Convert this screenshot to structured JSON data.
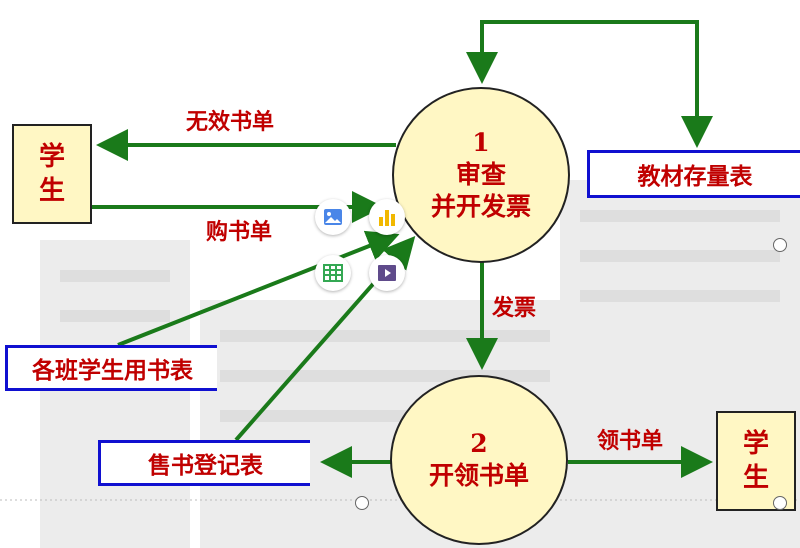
{
  "diagram": {
    "external_entities": [
      {
        "id": "student_left",
        "text": "学\n生"
      },
      {
        "id": "student_right",
        "text": "学\n生"
      }
    ],
    "processes": [
      {
        "id": "p1",
        "number": "1",
        "lines": [
          "审查",
          "并开发票"
        ]
      },
      {
        "id": "p2",
        "number": "2",
        "lines": [
          "开领书单"
        ]
      }
    ],
    "data_stores": [
      {
        "id": "s_inventory",
        "text": "教材存量表"
      },
      {
        "id": "s_class_books",
        "text": "各班学生用书表"
      },
      {
        "id": "s_sales_log",
        "text": "售书登记表"
      }
    ],
    "flows": [
      {
        "from": "p1",
        "to": "student_left",
        "label": "无效书单"
      },
      {
        "from": "student_left",
        "to": "p1",
        "label": "购书单"
      },
      {
        "from": "p1",
        "to": "p2",
        "label": "发票"
      },
      {
        "from": "p2",
        "to": "student_right",
        "label": "领书单"
      },
      {
        "from": "p2",
        "to": "s_sales_log",
        "label": ""
      },
      {
        "from": "s_class_books",
        "to": "p1",
        "label": ""
      },
      {
        "from": "s_sales_log",
        "to": "p1",
        "label": ""
      },
      {
        "from": "s_inventory",
        "to": "p1",
        "label": ""
      },
      {
        "from": "p1",
        "to": "s_inventory",
        "label": ""
      }
    ]
  },
  "editor_overlay": {
    "insert_buttons": [
      "image-icon",
      "chart-icon",
      "table-icon",
      "video-icon"
    ]
  },
  "colors": {
    "flow": "#1a7a1a",
    "text": "#c00000",
    "store_border": "#1010d0",
    "fill": "#fff7c4"
  }
}
